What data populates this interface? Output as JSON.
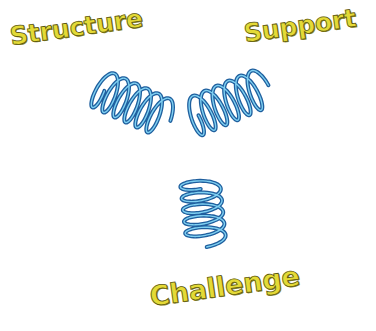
{
  "diagram": {
    "labels": [
      "Structure",
      "Support",
      "Challenge"
    ]
  }
}
